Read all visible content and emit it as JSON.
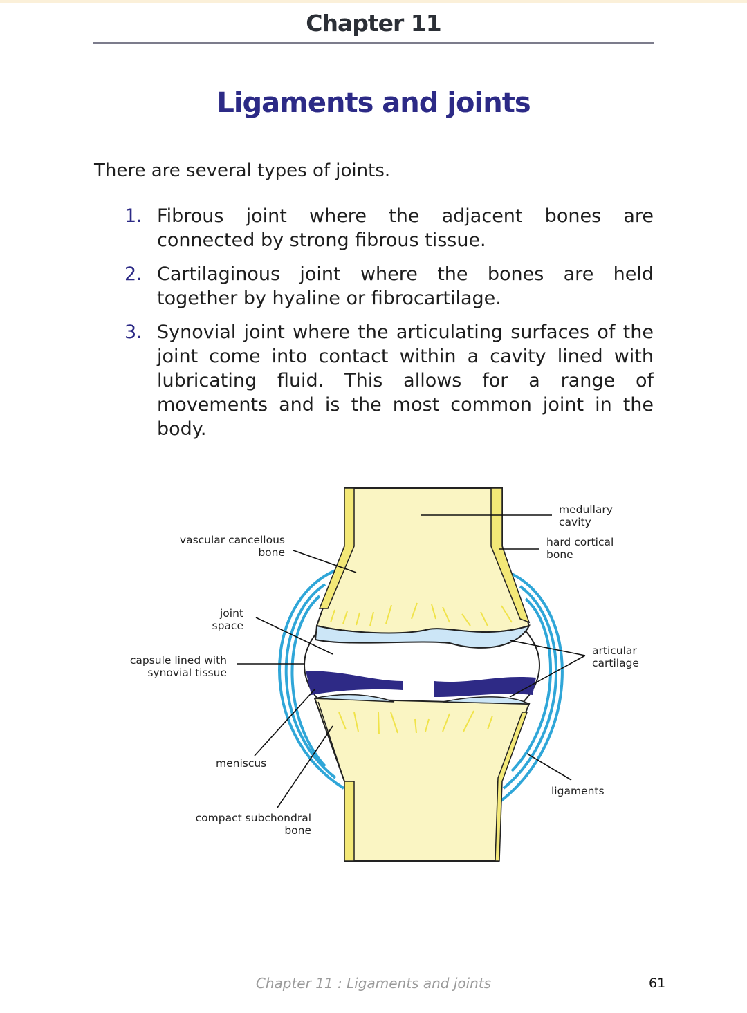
{
  "header": {
    "chapter": "Chapter 11"
  },
  "title": "Ligaments and joints",
  "intro": "There are several types of joints.",
  "list": [
    {
      "num": "1.",
      "text": "Fibrous joint where the adjacent bones are connected by strong fibrous tissue."
    },
    {
      "num": "2.",
      "text": "Cartilaginous joint where the bones are held together by hyaline or fibrocartilage."
    },
    {
      "num": "3.",
      "text": "Synovial joint where the articulating surfaces of the joint come into contact within a cavity lined with lubricating fluid. This allows for a range of movements and is the most common joint in the body."
    }
  ],
  "diagram": {
    "labels": {
      "medullary": "medullary cavity",
      "cortical": "hard cortical bone",
      "cancellous": "vascular cancellous bone",
      "joint_space": "joint space",
      "capsule": "capsule lined with synovial tissue",
      "articular": "articular cartilage",
      "meniscus": "meniscus",
      "ligaments": "ligaments",
      "subchondral": "compact subchondral bone"
    },
    "colors": {
      "bone": "#faf5c3",
      "cortical": "#f3e877",
      "cartilage": "#cce6f7",
      "meniscus": "#2e2a86",
      "ligament": "#2fa6d8"
    }
  },
  "footer": {
    "text": "Chapter 11 : Ligaments and joints",
    "page": "61"
  }
}
